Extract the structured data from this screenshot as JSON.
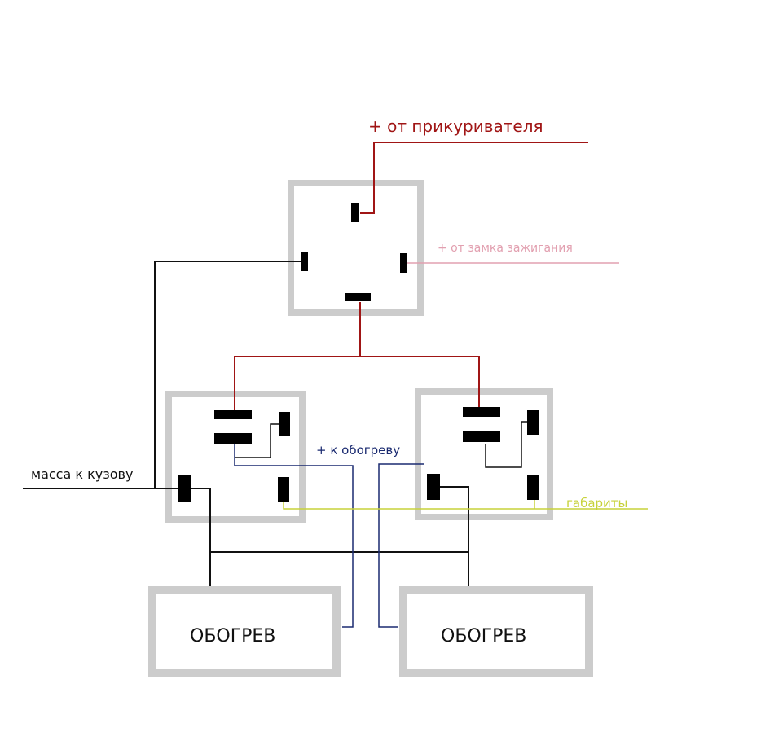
{
  "labels": {
    "cigarette_lighter": "+ от прикуривателя",
    "ignition_lock": "+ от замка зажигания",
    "to_heater": "+ к обогреву",
    "body_ground": "масса к кузову",
    "side_lights": "габариты"
  },
  "heaters": {
    "left": "ОБОГРЕВ",
    "right": "ОБОГРЕВ"
  },
  "colors": {
    "power_wire": "#a01515",
    "ignition_wire": "#e2a0b0",
    "ground_wire": "#111111",
    "heater_wire": "#1a2a70",
    "lights_wire": "#c7d23a",
    "box_border": "#cccccc",
    "pin": "#000000"
  }
}
